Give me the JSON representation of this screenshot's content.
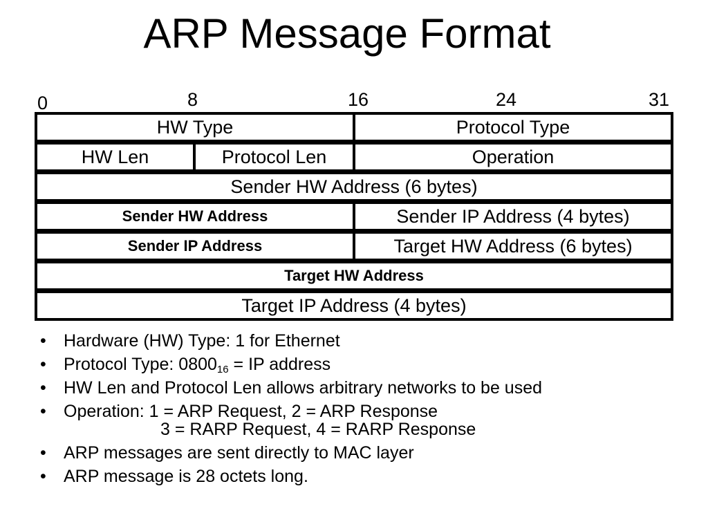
{
  "title": "ARP Message Format",
  "bit_positions": [
    "0",
    "8",
    "16",
    "24",
    "31"
  ],
  "fields": {
    "hw_type": "HW Type",
    "protocol_type": "Protocol Type",
    "hw_len": "HW Len",
    "protocol_len": "Protocol Len",
    "operation": "Operation",
    "sender_hw_address_6": "Sender HW Address (6 bytes)",
    "sender_hw_address": "Sender HW Address",
    "sender_ip_address_4": "Sender IP Address (4 bytes)",
    "sender_ip_address": "Sender IP Address",
    "target_hw_address_6": "Target HW Address (6 bytes)",
    "target_hw_address": "Target HW Address",
    "target_ip_address_4": "Target IP Address (4 bytes)"
  },
  "notes": {
    "hw_type": "Hardware (HW) Type: 1 for Ethernet",
    "protocol_type_prefix": "Protocol Type: 0800",
    "protocol_type_sub": "16",
    "protocol_type_suffix": " =  IP address",
    "lengths": "HW Len and Protocol Len allows arbitrary networks to be used",
    "operation_line1": "Operation: 1 =  ARP Request,  2 = ARP Response",
    "operation_line2": "3 = RARP Request, 4 = RARP Response",
    "direct_mac": "ARP messages are sent directly to MAC layer",
    "length": "ARP message is 28 octets long."
  }
}
